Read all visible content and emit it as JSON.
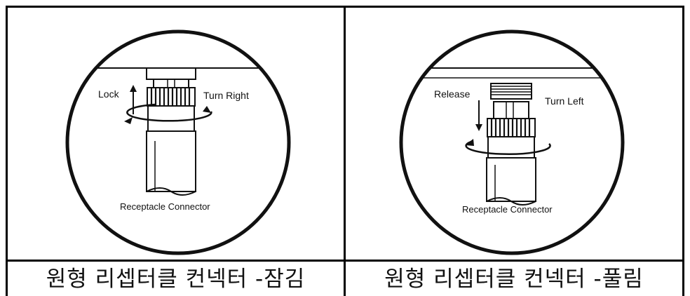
{
  "left": {
    "lock_label": "Lock",
    "turn_label": "Turn Right",
    "connector_label": "Receptacle Connector",
    "caption": "원형 리셉터클 컨넥터 -잠김"
  },
  "right": {
    "release_label": "Release",
    "turn_label": "Turn Left",
    "connector_label": "Receptacle Connector",
    "caption": "원형 리셉터클 컨넥터 -풀림"
  }
}
